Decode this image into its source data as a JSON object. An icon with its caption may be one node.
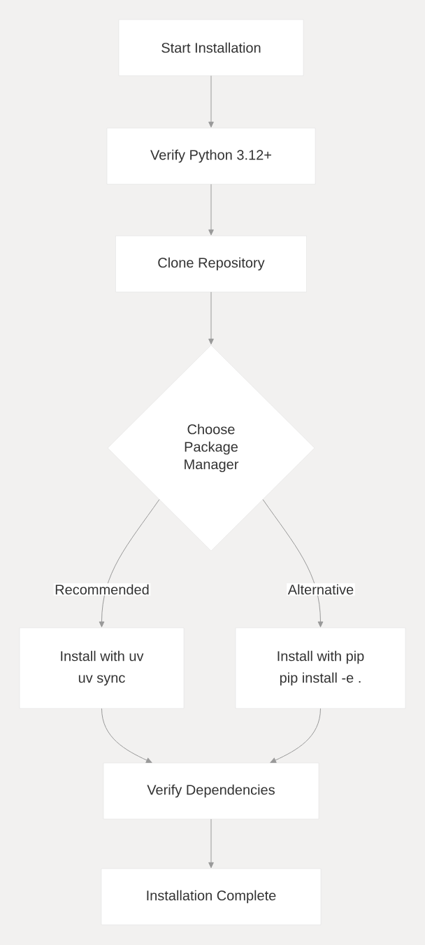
{
  "diagram": {
    "nodes": [
      {
        "text": [
          "Start Installation"
        ]
      },
      {
        "text": [
          "Verify Python 3.12+"
        ]
      },
      {
        "text": [
          "Clone Repository"
        ]
      },
      {
        "text": [
          "Choose Package Manager"
        ]
      },
      {
        "text": [
          "Install with uv",
          "uv sync"
        ]
      },
      {
        "text": [
          "Install with pip",
          "pip install -e ."
        ]
      },
      {
        "text": [
          "Verify Dependencies"
        ]
      },
      {
        "text": [
          "Installation Complete"
        ]
      }
    ],
    "edges": [
      {
        "from": 0,
        "to": 1,
        "arrow": "to"
      },
      {
        "from": 1,
        "to": 2,
        "arrow": "to"
      },
      {
        "from": 2,
        "to": 3,
        "arrow": "to"
      },
      {
        "from": 3,
        "to": 4,
        "arrow": "to",
        "label": "Recommended"
      },
      {
        "from": 3,
        "to": 5,
        "arrow": "to",
        "label": "Alternative"
      },
      {
        "from": 4,
        "to": 6,
        "arrow": "to"
      },
      {
        "from": 5,
        "to": 6,
        "arrow": "to"
      },
      {
        "from": 6,
        "to": 7,
        "arrow": "to"
      }
    ]
  }
}
